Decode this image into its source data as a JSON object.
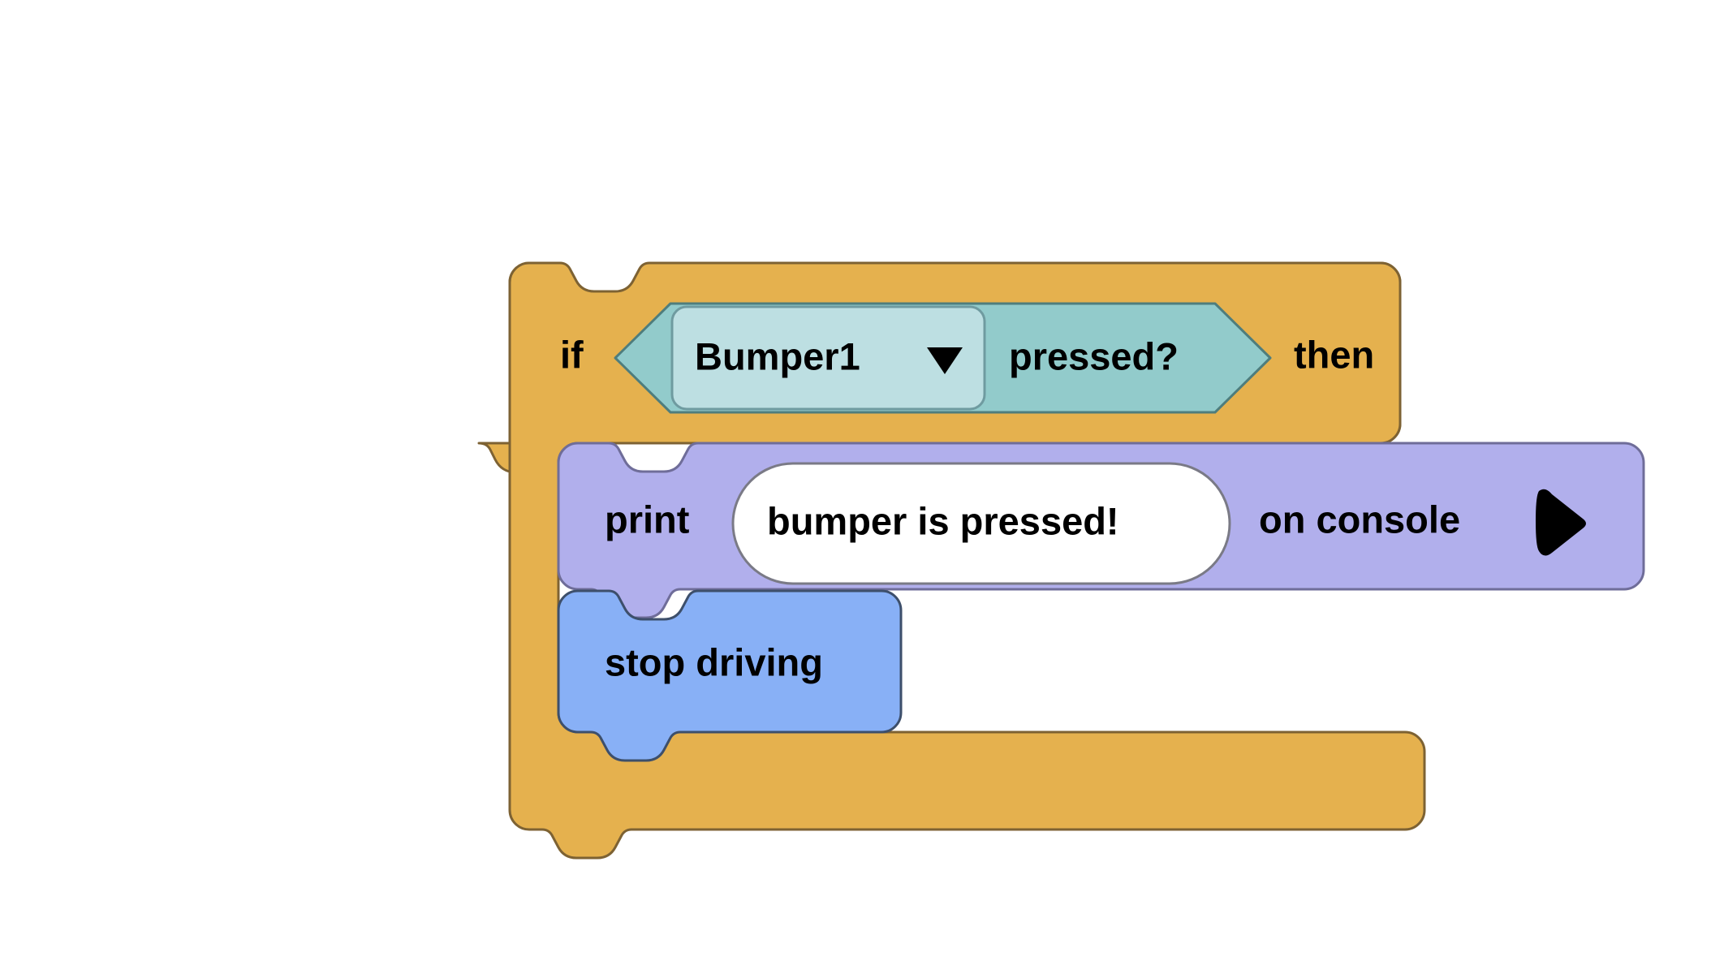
{
  "workspace": {
    "background_color": "#ffffff",
    "name": "block-programming-canvas"
  },
  "palette": {
    "control_fill": "#e5b14e",
    "control_stroke": "#7d6233",
    "sensing_fill": "#92cbcb",
    "sensing_stroke": "#4e7d7d",
    "sensing_field_fill": "#bddfe2",
    "sensing_field_stroke": "#6f9ba0",
    "console_fill": "#b1afec",
    "console_stroke": "#6f6d99",
    "drive_fill": "#88b0f6",
    "drive_stroke": "#3d4f6b",
    "text_field_fill": "#ffffff",
    "text_field_stroke": "#7a7a86",
    "label_color": "#000000"
  },
  "script": {
    "name": "if-bumper-pressed-script",
    "blocks": [
      {
        "id": "if-then-block",
        "type": "control-if-then",
        "label_start": "if",
        "label_end": "then",
        "condition": {
          "id": "bumper-pressed-condition",
          "type": "sensing-boolean",
          "dropdown_value": "Bumper1",
          "dropdown_icon": "chevron-down-icon",
          "label_after": "pressed?"
        },
        "children": [
          {
            "id": "print-on-console-block",
            "type": "console-print",
            "label_start": "print",
            "text_value": "bumper is pressed!",
            "label_after": "on console",
            "trailing_icon": "play-triangle-icon"
          },
          {
            "id": "stop-driving-block",
            "type": "drivetrain-stop",
            "label": "stop driving"
          }
        ]
      }
    ]
  }
}
